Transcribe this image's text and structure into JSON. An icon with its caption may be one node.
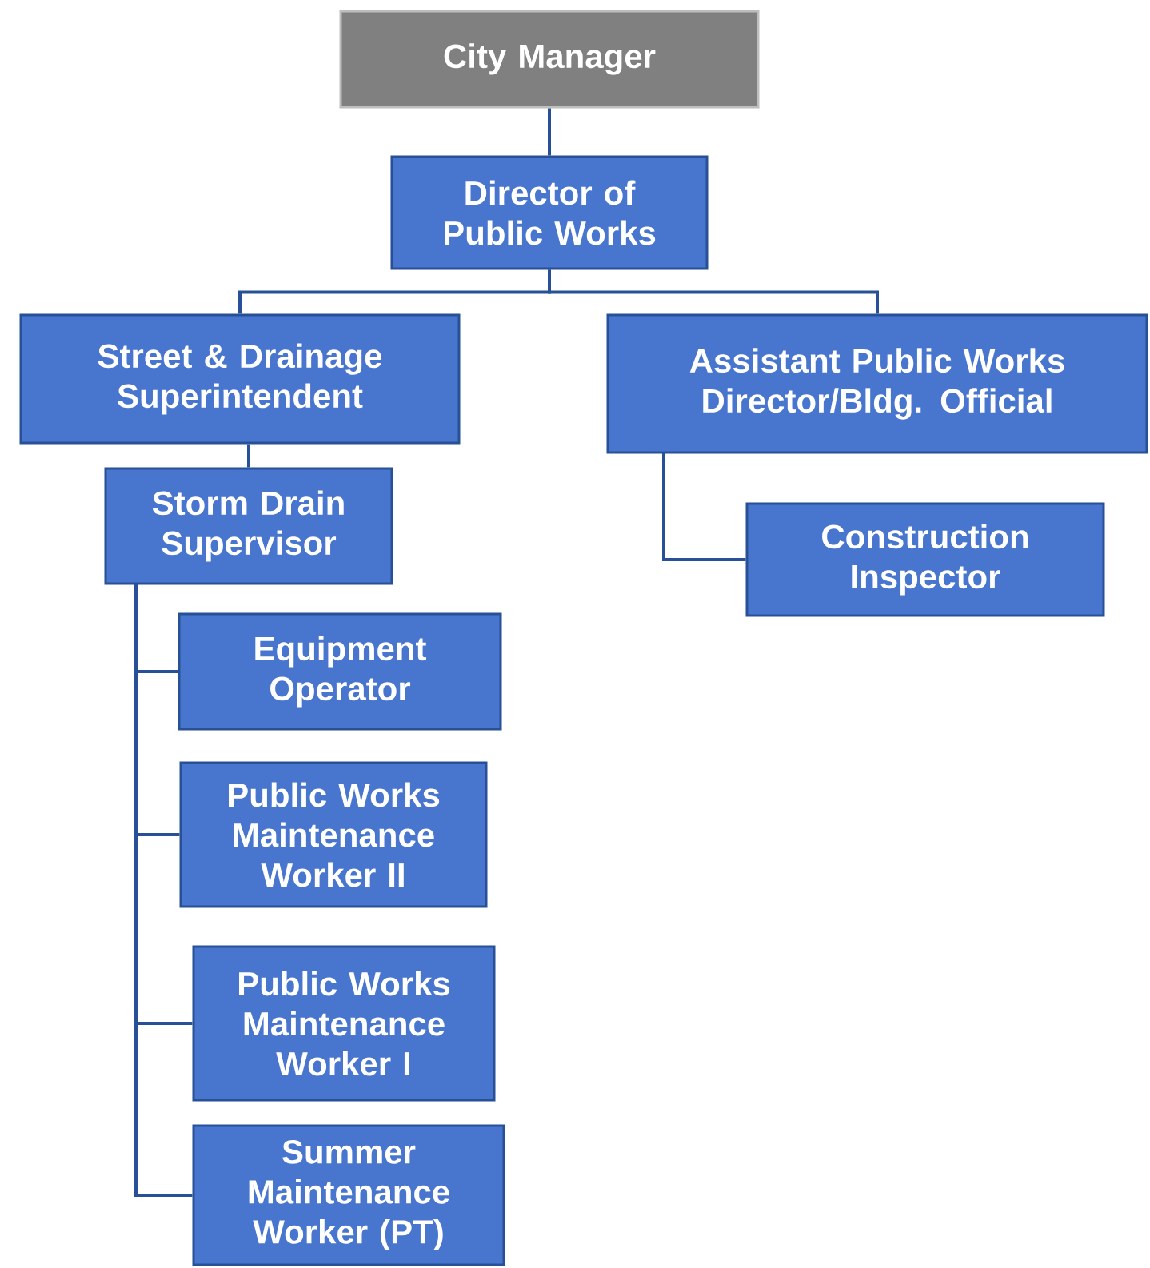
{
  "diagram": {
    "nodes": [
      {
        "text": [
          "City Manager"
        ]
      },
      {
        "text": [
          "Director of Public Works"
        ]
      },
      {
        "text": [
          "Street & Drainage Superintendent"
        ]
      },
      {
        "text": [
          "Assistant Public Works Director/Bldg. Official"
        ]
      },
      {
        "text": [
          "Storm Drain Supervisor"
        ]
      },
      {
        "text": [
          "Construction Inspector"
        ]
      },
      {
        "text": [
          "Equipment Operator"
        ]
      },
      {
        "text": [
          "Public Works Maintenance Worker II"
        ]
      },
      {
        "text": [
          "Public Works Maintenance Worker I"
        ]
      },
      {
        "text": [
          "Summer Maintenance Worker (PT)"
        ]
      }
    ],
    "edges": [
      {
        "from": 0,
        "to": 1,
        "arrow": "none"
      },
      {
        "from": 1,
        "to": 2,
        "arrow": "none"
      },
      {
        "from": 1,
        "to": 3,
        "arrow": "none"
      },
      {
        "from": 2,
        "to": 4,
        "arrow": "none"
      },
      {
        "from": 3,
        "to": 5,
        "arrow": "none"
      },
      {
        "from": 4,
        "to": 6,
        "arrow": "none"
      },
      {
        "from": 4,
        "to": 7,
        "arrow": "none"
      },
      {
        "from": 4,
        "to": 8,
        "arrow": "none"
      },
      {
        "from": 4,
        "to": 9,
        "arrow": "none"
      }
    ]
  }
}
